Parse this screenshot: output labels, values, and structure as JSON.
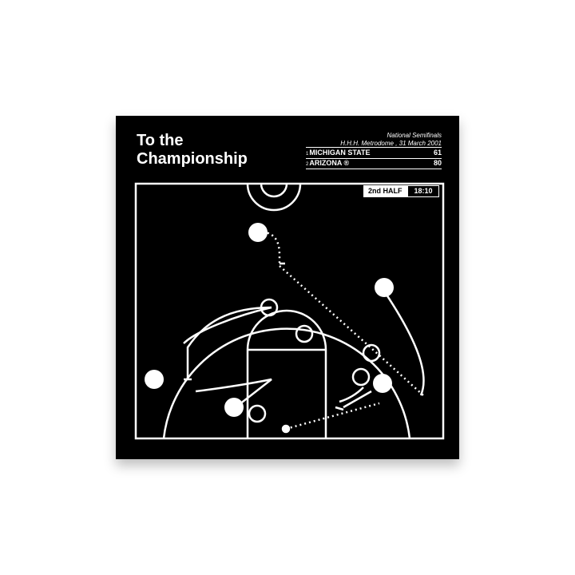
{
  "title_line1": "To the",
  "title_line2": "Championship",
  "event": "National Semifinals",
  "venue": "H.H.H. Metrodome , 31 March 2001",
  "teams": [
    {
      "seed": "1",
      "name": "MICHIGAN STATE",
      "score": "61"
    },
    {
      "seed": "2",
      "name": "ARIZONA ®",
      "score": "80"
    }
  ],
  "period": "2nd HALF",
  "clock": "18:10"
}
